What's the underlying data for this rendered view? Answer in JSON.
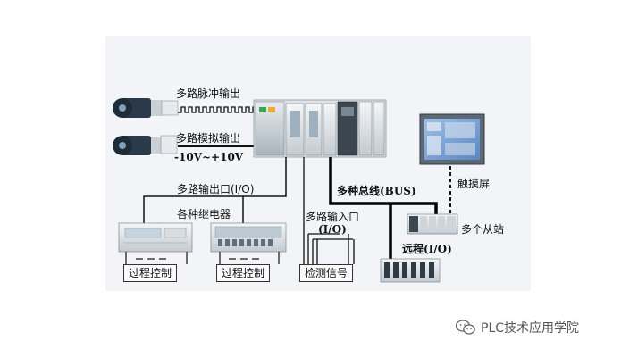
{
  "labels": {
    "pulse_output": "多路脉冲输出",
    "analog_output": "多路模拟输出",
    "analog_range": "-10V~+10V",
    "digital_output": "多路输出口(I/O)",
    "relays": "各种继电器",
    "digital_input_line1": "多路输入口",
    "digital_input_line2": "(I/O)",
    "bus": "多种总线(BUS)",
    "touchscreen": "触摸屏",
    "slave_stations": "多个从站",
    "remote_io": "远程(I/O)"
  },
  "boxes": {
    "process_control_1": "过程控制",
    "process_control_2": "过程控制",
    "detection_signal": "检测信号"
  },
  "watermark": {
    "text": "PLC技术应用学院",
    "icon": "wechat-icon"
  }
}
